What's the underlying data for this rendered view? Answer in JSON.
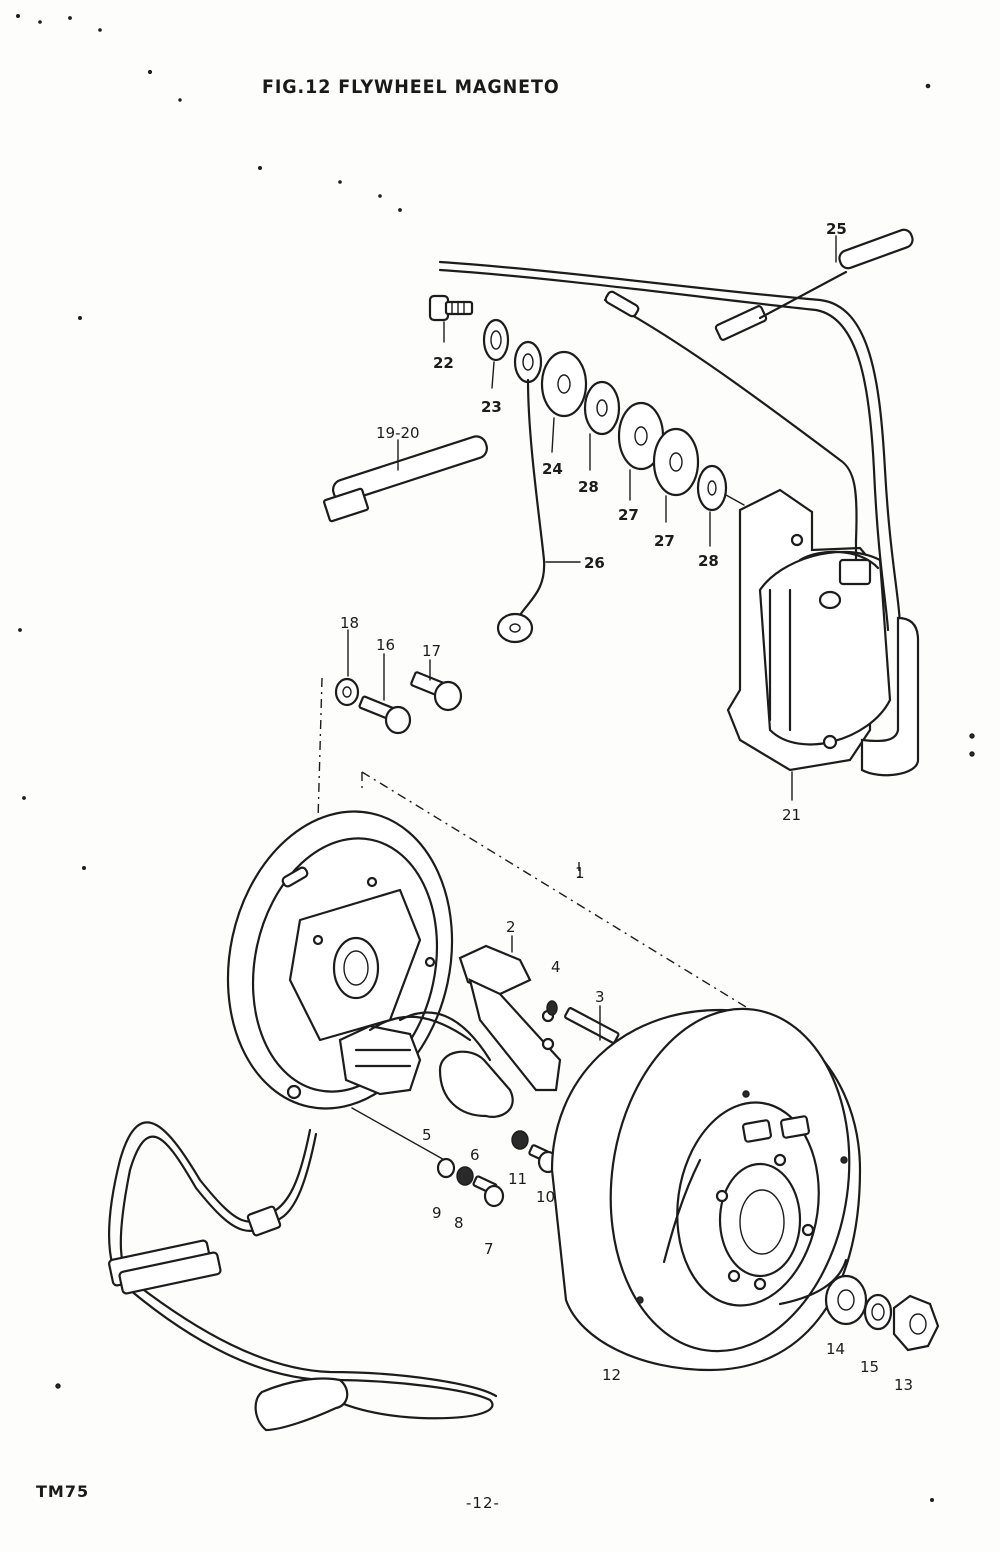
{
  "figure": {
    "title": "FIG.12  FLYWHEEL MAGNETO",
    "model": "TM75",
    "page_number": "-12-"
  },
  "callouts": [
    "1",
    "2",
    "3",
    "4",
    "5",
    "6",
    "7",
    "8",
    "9",
    "10",
    "11",
    "12",
    "13",
    "14",
    "15",
    "16",
    "17",
    "18",
    "19-20",
    "21",
    "22",
    "23",
    "24",
    "25",
    "26",
    "27",
    "27",
    "28",
    "28"
  ]
}
